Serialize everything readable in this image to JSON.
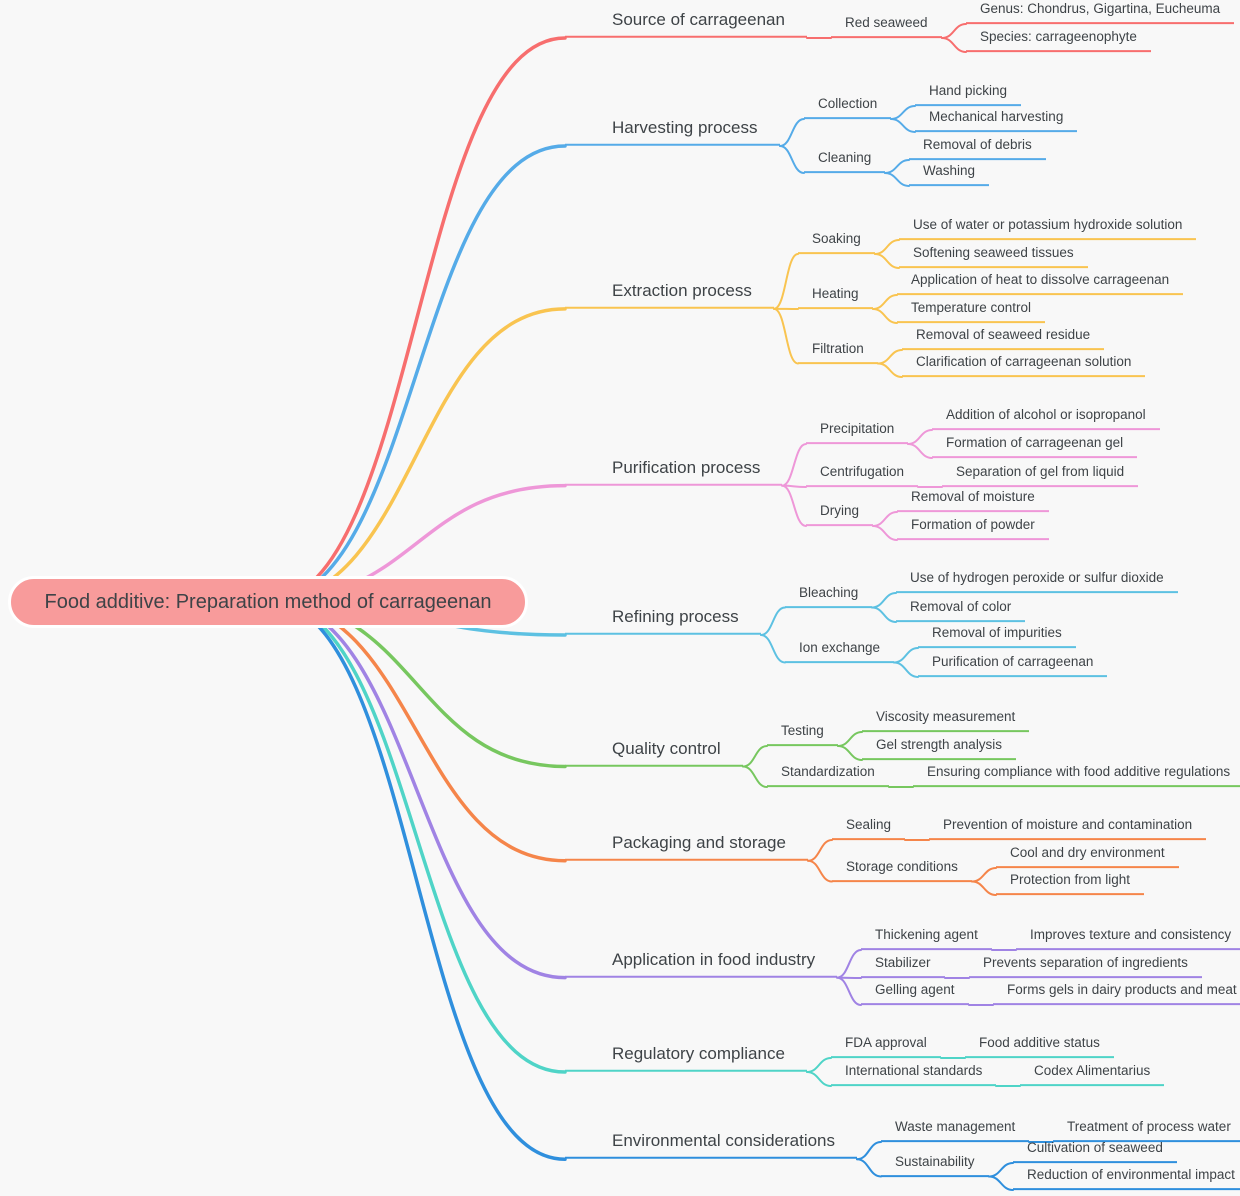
{
  "root": {
    "label": "Food additive: Preparation method of carrageenan"
  },
  "colors": {
    "background": "#f8f8f8",
    "root_fill": "#f89b9b",
    "root_ring": "#ffffff",
    "text": "#3e4347"
  },
  "branches": [
    {
      "label": "Source of carrageenan",
      "color": "#f76e6e",
      "children": [
        {
          "label": "Red seaweed",
          "children": [
            {
              "label": "Genus: Chondrus, Gigartina, Eucheuma"
            },
            {
              "label": "Species: carrageenophyte"
            }
          ]
        }
      ]
    },
    {
      "label": "Harvesting process",
      "color": "#55abe8",
      "children": [
        {
          "label": "Collection",
          "children": [
            {
              "label": "Hand picking"
            },
            {
              "label": "Mechanical harvesting"
            }
          ]
        },
        {
          "label": "Cleaning",
          "children": [
            {
              "label": "Removal of debris"
            },
            {
              "label": "Washing"
            }
          ]
        }
      ]
    },
    {
      "label": "Extraction process",
      "color": "#f9c450",
      "children": [
        {
          "label": "Soaking",
          "children": [
            {
              "label": "Use of water or potassium hydroxide solution"
            },
            {
              "label": "Softening seaweed tissues"
            }
          ]
        },
        {
          "label": "Heating",
          "children": [
            {
              "label": "Application of heat to dissolve carrageenan"
            },
            {
              "label": "Temperature control"
            }
          ]
        },
        {
          "label": "Filtration",
          "children": [
            {
              "label": "Removal of seaweed residue"
            },
            {
              "label": "Clarification of carrageenan solution"
            }
          ]
        }
      ]
    },
    {
      "label": "Purification process",
      "color": "#ee97d8",
      "children": [
        {
          "label": "Precipitation",
          "children": [
            {
              "label": "Addition of alcohol or isopropanol"
            },
            {
              "label": "Formation of carrageenan gel"
            }
          ]
        },
        {
          "label": "Centrifugation",
          "children": [
            {
              "label": "Separation of gel from liquid"
            }
          ]
        },
        {
          "label": "Drying",
          "children": [
            {
              "label": "Removal of moisture"
            },
            {
              "label": "Formation of powder"
            }
          ]
        }
      ]
    },
    {
      "label": "Refining process",
      "color": "#5dc1e2",
      "children": [
        {
          "label": "Bleaching",
          "children": [
            {
              "label": "Use of hydrogen peroxide or sulfur dioxide"
            },
            {
              "label": "Removal of color"
            }
          ]
        },
        {
          "label": "Ion exchange",
          "children": [
            {
              "label": "Removal of impurities"
            },
            {
              "label": "Purification of carrageenan"
            }
          ]
        }
      ]
    },
    {
      "label": "Quality control",
      "color": "#77c75f",
      "children": [
        {
          "label": "Testing",
          "children": [
            {
              "label": "Viscosity measurement"
            },
            {
              "label": "Gel strength analysis"
            }
          ]
        },
        {
          "label": "Standardization",
          "children": [
            {
              "label": "Ensuring compliance with food additive regulations"
            }
          ]
        }
      ]
    },
    {
      "label": "Packaging and storage",
      "color": "#f5854a",
      "children": [
        {
          "label": "Sealing",
          "children": [
            {
              "label": "Prevention of moisture and contamination"
            }
          ]
        },
        {
          "label": "Storage conditions",
          "children": [
            {
              "label": "Cool and dry environment"
            },
            {
              "label": "Protection from light"
            }
          ]
        }
      ]
    },
    {
      "label": "Application in food industry",
      "color": "#a083e4",
      "children": [
        {
          "label": "Thickening agent",
          "children": [
            {
              "label": "Improves texture and consistency"
            }
          ]
        },
        {
          "label": "Stabilizer",
          "children": [
            {
              "label": "Prevents separation of ingredients"
            }
          ]
        },
        {
          "label": "Gelling agent",
          "children": [
            {
              "label": "Forms gels in dairy products and meat"
            }
          ]
        }
      ]
    },
    {
      "label": "Regulatory compliance",
      "color": "#4fd4c7",
      "children": [
        {
          "label": "FDA approval",
          "children": [
            {
              "label": "Food additive status"
            }
          ]
        },
        {
          "label": "International standards",
          "children": [
            {
              "label": "Codex Alimentarius"
            }
          ]
        }
      ]
    },
    {
      "label": "Environmental considerations",
      "color": "#2f8fdd",
      "children": [
        {
          "label": "Waste management",
          "children": [
            {
              "label": "Treatment of process water"
            }
          ]
        },
        {
          "label": "Sustainability",
          "children": [
            {
              "label": "Cultivation of seaweed"
            },
            {
              "label": "Reduction of environmental impact"
            }
          ]
        }
      ]
    }
  ]
}
